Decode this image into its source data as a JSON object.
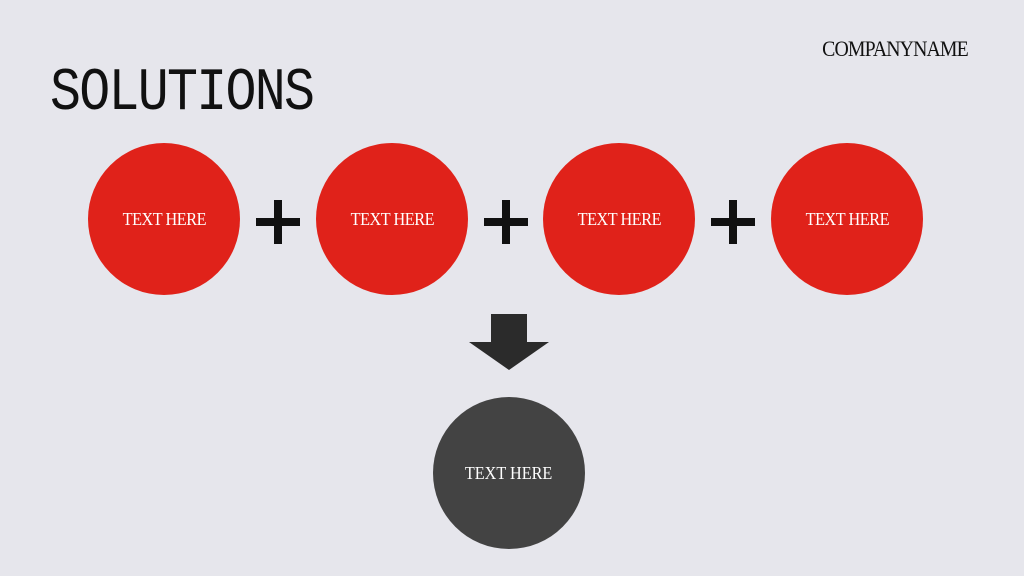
{
  "header": {
    "company": "COMPANYNAME",
    "title": "SOLUTIONS"
  },
  "inputs": [
    {
      "label": "TEXT HERE"
    },
    {
      "label": "TEXT HERE"
    },
    {
      "label": "TEXT HERE"
    },
    {
      "label": "TEXT HERE"
    }
  ],
  "result": {
    "label": "TEXT HERE"
  },
  "colors": {
    "background": "#e6e6ec",
    "input_circle": "#e0221a",
    "result_circle": "#434343",
    "operator": "#111111",
    "arrow": "#2b2b2b"
  },
  "icons": {
    "operator": "plus-icon",
    "flow": "arrow-down-icon"
  }
}
